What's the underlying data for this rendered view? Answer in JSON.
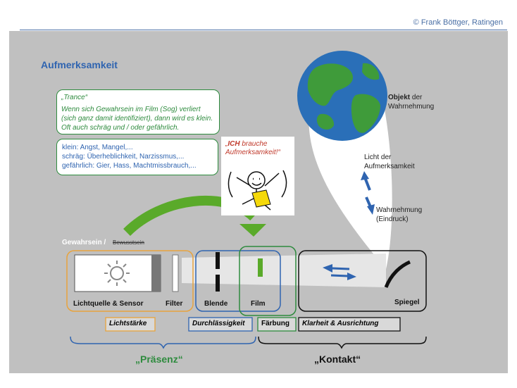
{
  "copyright": "© Frank Böttger, Ratingen",
  "title": "Aufmerksamkeit",
  "trance_bubble": {
    "title": "„Trance“",
    "text": "Wenn sich Gewahrsein im Film (Sog) verliert (sich ganz damit identifiziert), dann wird es klein. Oft auch schräg und / oder gefährlich."
  },
  "examples_bubble": {
    "lines": [
      "klein: Angst, Mangel,...",
      "schräg: Überheblichkeit, Narzissmus,...",
      "gefährlich: Gier, Hass, Machtmissbrauch,..."
    ]
  },
  "ich_quote": {
    "line1_prefix": "„",
    "line1_bold": "ICH",
    "line1_suffix": " brauche",
    "line2": "Aufmerksamkeit!“"
  },
  "objekt_label": {
    "bold": "Objekt",
    "rest": " der",
    "line2": "Wahrnehmung"
  },
  "licht_label": {
    "line1": "Licht der",
    "line2": "Aufmerksamkeit"
  },
  "wahrnehmung_label": {
    "line1": "Wahrnehmung",
    "line2": "(Eindruck)"
  },
  "gewahrsein_label": "Gewahrsein /",
  "bewusstsein_label": "Bewusstsein",
  "component_labels": {
    "lichtquelle": "Lichtquelle & Sensor",
    "filter": "Filter",
    "blende": "Blende",
    "film": "Film",
    "spiegel": "Spiegel"
  },
  "property_labels": {
    "lichtstaerke": "Lichtstärke",
    "durchlaessigkeit": "Durchlässigkeit",
    "faerbung": "Färbung",
    "klarheit": "Klarheit & Ausrichtung"
  },
  "group_labels": {
    "praesenz": "„Präsenz“",
    "kontakt": "„Kontakt“"
  },
  "colors": {
    "blue": "#2f64b0",
    "green": "#2e8b3e",
    "orange": "#e8a33d",
    "gray": "#c0c0c0",
    "red": "#c0392b",
    "yellow": "#f5d90a"
  }
}
